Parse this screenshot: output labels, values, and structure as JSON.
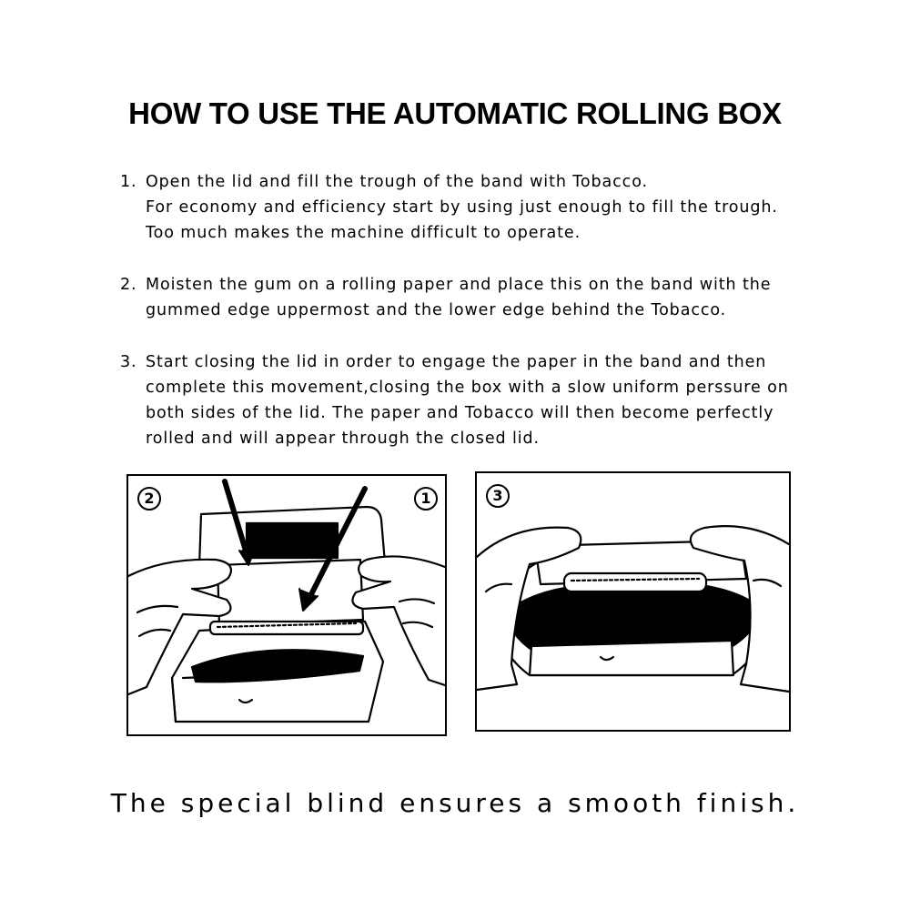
{
  "title": "HOW TO USE THE AUTOMATIC ROLLING BOX",
  "steps": [
    {
      "number": "1.",
      "lines": [
        "Open the lid and fill the trough of the band with Tobacco.",
        "For economy and efficiency start by using just enough to fill the trough.",
        "Too much makes the machine difficult to operate."
      ]
    },
    {
      "number": "2.",
      "lines": [
        "Moisten the gum on a rolling paper and place this on the band with the",
        "gummed edge uppermost and the lower edge behind the Tobacco."
      ]
    },
    {
      "number": "3.",
      "lines": [
        "Start closing the lid in order to engage the paper in the band and then",
        "complete this movement,closing the box with a slow uniform perssure on",
        "both sides of the lid. The paper and Tobacco will then become perfectly",
        "rolled and will appear through the closed lid."
      ]
    }
  ],
  "figures": [
    {
      "badges": [
        "2",
        "1"
      ]
    },
    {
      "badges": [
        "3"
      ]
    }
  ],
  "footer": "The special blind ensures a smooth finish."
}
